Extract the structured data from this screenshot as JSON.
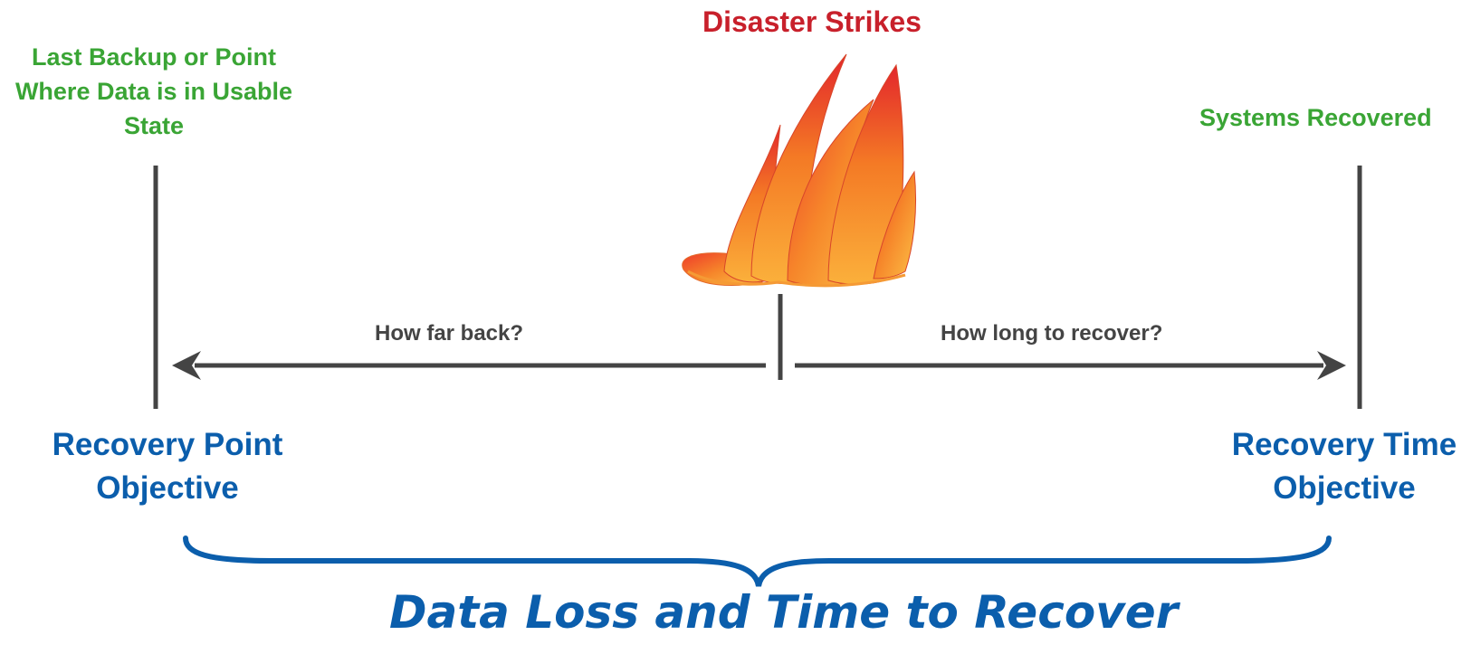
{
  "labels": {
    "disaster": "Disaster Strikes",
    "last_backup_line1": "Last Backup or Point",
    "last_backup_line2": "Where Data is in Usable",
    "last_backup_line3": "State",
    "systems_recovered": "Systems Recovered",
    "how_far_back": "How far back?",
    "how_long": "How long to recover?",
    "rpo_line1": "Recovery Point",
    "rpo_line2": "Objective",
    "rto_line1": "Recovery Time",
    "rto_line2": "Objective",
    "caption": "Data Loss and Time to Recover"
  },
  "colors": {
    "green": "#3aa535",
    "red": "#c8202b",
    "blue": "#0b5eac",
    "dark": "#444444",
    "flame_top": "#e3262c",
    "flame_mid": "#f47a25",
    "flame_bottom": "#fbb03b"
  },
  "icons": {
    "flame": "fire-icon"
  }
}
